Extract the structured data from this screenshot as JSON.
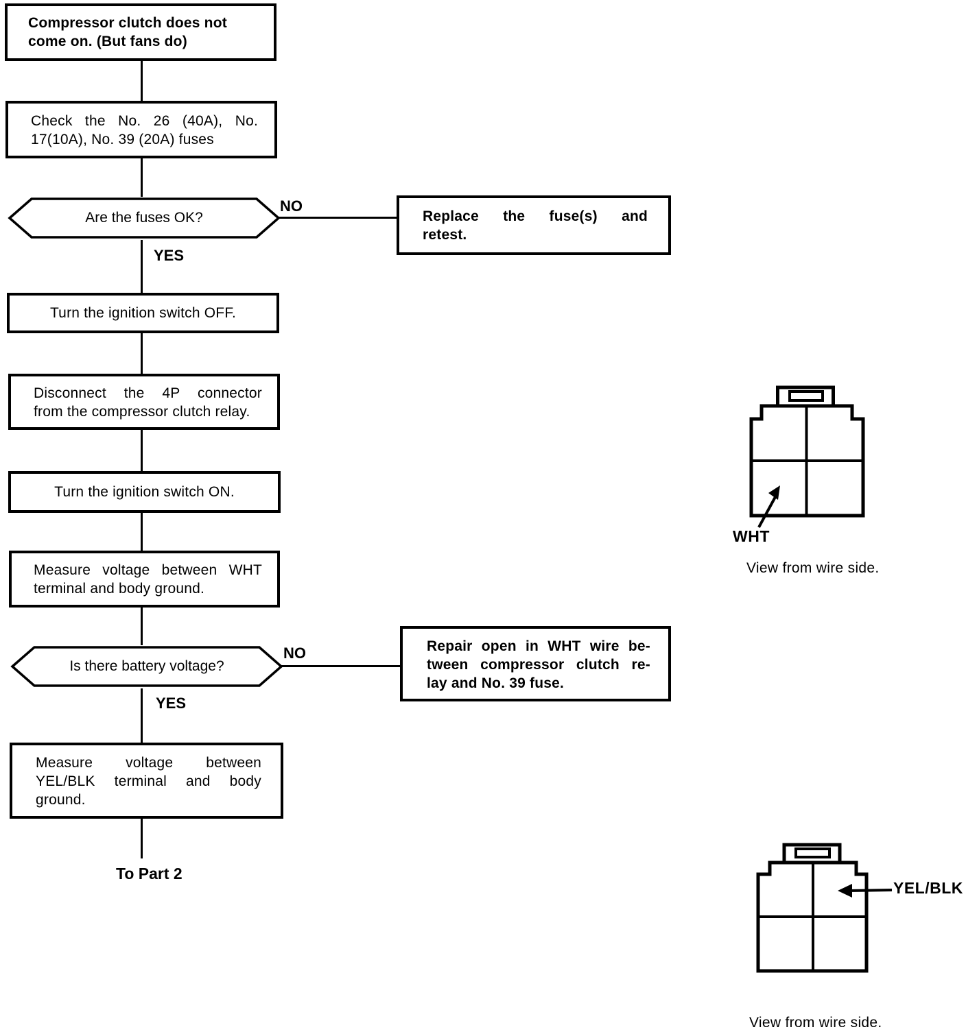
{
  "page": {
    "ink_color": "#000000",
    "paper_color": "#ffffff"
  },
  "flow": {
    "start": {
      "line1": "Compressor clutch does not",
      "line2": "come on. (But fans do)"
    },
    "check_fuses": {
      "line1": "Check the No. 26 (40A), No.",
      "line2": "17(10A), No. 39 (20A) fuses"
    },
    "decision_fuses": {
      "question": "Are the fuses OK?",
      "no_label": "NO",
      "yes_label": "YES"
    },
    "replace_fuses": {
      "line1": "Replace the fuse(s) and",
      "line2": "retest."
    },
    "ignition_off": {
      "text": "Turn the ignition switch OFF."
    },
    "disconnect_connector": {
      "line1": "Disconnect the 4P connector",
      "line2": "from the compressor clutch relay."
    },
    "ignition_on": {
      "text": "Turn the ignition switch ON."
    },
    "measure_wht": {
      "line1": "Measure voltage between WHT",
      "line2": "terminal and body ground."
    },
    "decision_battery": {
      "question": "Is there battery voltage?",
      "no_label": "NO",
      "yes_label": "YES"
    },
    "repair_wht": {
      "line1": "Repair open in WHT wire be-",
      "line2": "tween compressor clutch re-",
      "line3": "lay and No. 39 fuse."
    },
    "measure_yelblk": {
      "line1": "Measure voltage between",
      "line2": "YEL/BLK terminal and body",
      "line3": "ground."
    },
    "exit": {
      "text": "To Part 2"
    }
  },
  "diagrams": {
    "wht_connector": {
      "terminal": "WHT",
      "caption": "View from wire side."
    },
    "yelblk_connector": {
      "terminal": "YEL/BLK",
      "caption": "View from wire side."
    }
  }
}
